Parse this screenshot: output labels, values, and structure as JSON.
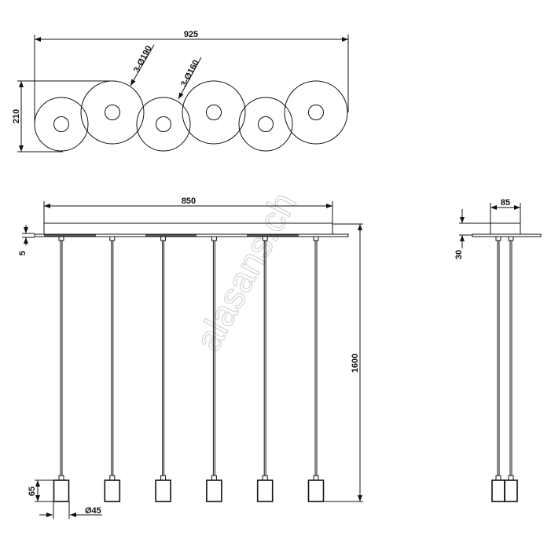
{
  "top_view": {
    "overall_width": "925",
    "depth": "210",
    "large_disc_label": "3-Ø190",
    "small_disc_label": "3-Ø160"
  },
  "front_view": {
    "canopy_width": "850",
    "plate_thickness": "5",
    "drop_height": "1600",
    "shade_height": "65",
    "shade_diameter": "Ø45",
    "pendant_count": 6
  },
  "side_view": {
    "canopy_depth": "85",
    "canopy_height": "30"
  },
  "watermark": "alasans.ch"
}
